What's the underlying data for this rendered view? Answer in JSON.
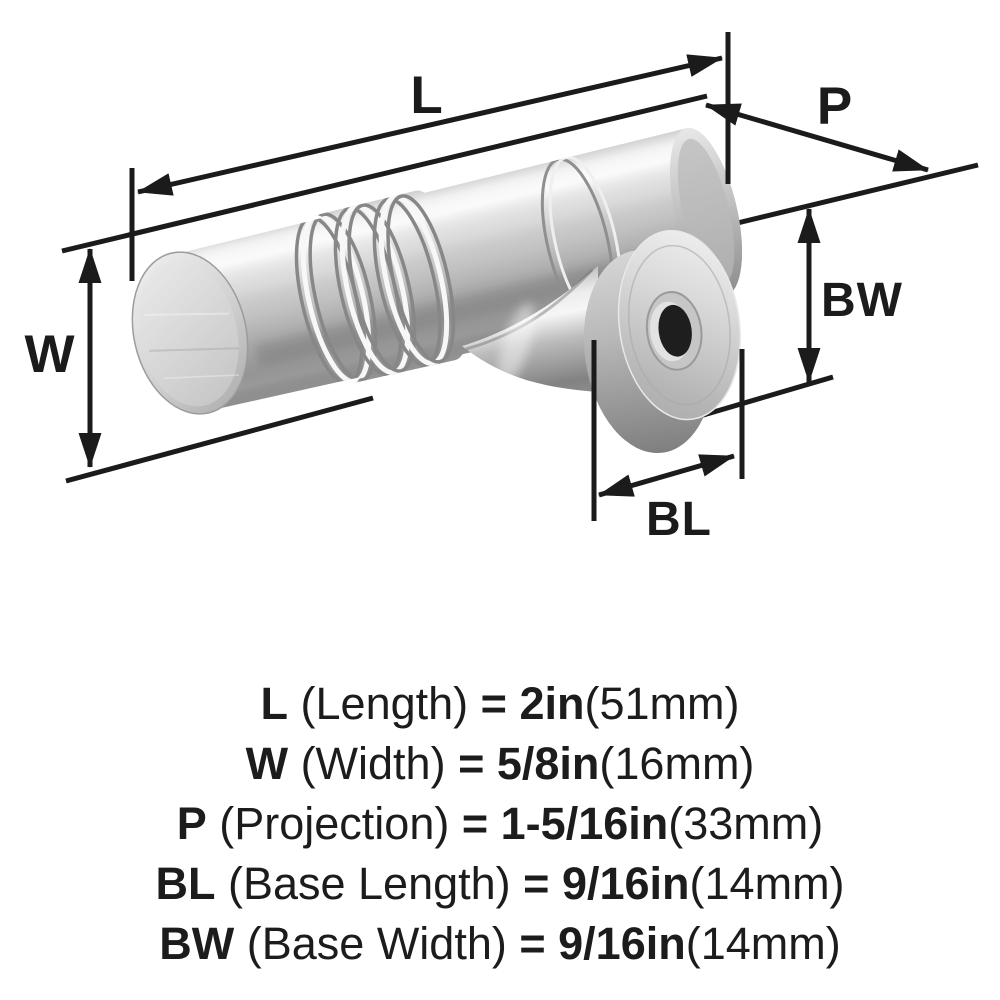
{
  "page": {
    "background": "#ffffff"
  },
  "diagram": {
    "description": "Brushed nickel T-bar cabinet knob dimension drawing",
    "line_color": "#1b1b1b",
    "metal_highlight": "#f6f6f6",
    "metal_mid": "#c0c0c0",
    "metal_shadow": "#8a8a8a",
    "screw_hole_color": "#1e1e1e",
    "labels": {
      "length": "L",
      "projection": "P",
      "width": "W",
      "base_width": "BW",
      "base_length": "BL"
    }
  },
  "legend": {
    "rows": [
      {
        "code": "L",
        "descriptor": "(Length)",
        "equals": "=",
        "value": "2in",
        "metric": "(51mm)"
      },
      {
        "code": "W",
        "descriptor": "(Width)",
        "equals": "=",
        "value": "5/8in",
        "metric": "(16mm)"
      },
      {
        "code": "P",
        "descriptor": "(Projection)",
        "equals": "=",
        "value": "1-5/16in",
        "metric": "(33mm)"
      },
      {
        "code": "BL",
        "descriptor": "(Base Length)",
        "equals": "=",
        "value": "9/16in",
        "metric": "(14mm)"
      },
      {
        "code": "BW",
        "descriptor": "(Base Width)",
        "equals": "=",
        "value": "9/16in",
        "metric": "(14mm)"
      }
    ]
  }
}
